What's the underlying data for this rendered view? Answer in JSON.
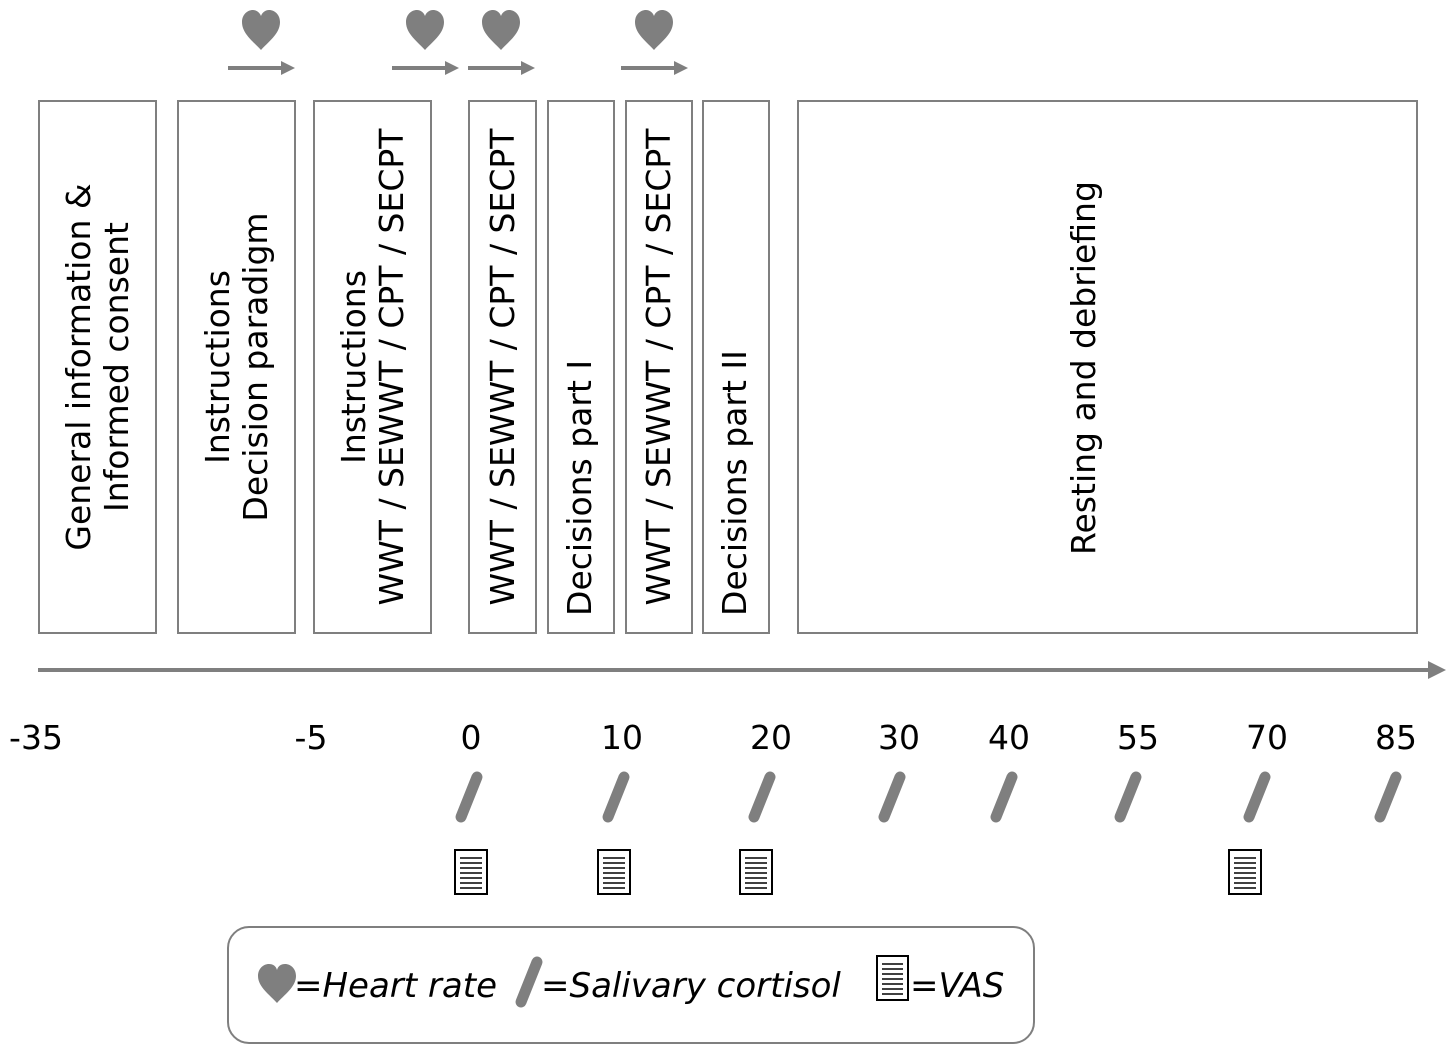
{
  "phases": [
    {
      "id": "consent",
      "lines": [
        "General information &",
        "Informed consent"
      ]
    },
    {
      "id": "instr-decision",
      "lines": [
        "Instructions",
        "Decision paradigm"
      ]
    },
    {
      "id": "instr-task",
      "lines": [
        "Instructions",
        "WWT / SEWWT / CPT / SECPT"
      ]
    },
    {
      "id": "task-1",
      "lines": [
        "WWT / SEWWT / CPT / SECPT"
      ]
    },
    {
      "id": "decisions-1",
      "lines": [
        "Decisions part I"
      ]
    },
    {
      "id": "task-2",
      "lines": [
        "WWT / SEWWT / CPT / SECPT"
      ]
    },
    {
      "id": "decisions-2",
      "lines": [
        "Decisions part II"
      ]
    },
    {
      "id": "resting",
      "lines": [
        "Resting and debriefing"
      ]
    }
  ],
  "ticks": [
    "-35",
    "-5",
    "0",
    "10",
    "20",
    "30",
    "40",
    "55",
    "70",
    "85"
  ],
  "heart_rate_count": 4,
  "cortisol_count": 8,
  "vas_count": 4,
  "legend": {
    "heart_rate": "=Heart rate",
    "cortisol": "=Salivary cortisol",
    "vas": "=VAS"
  },
  "colors": {
    "marker": "#7f7f7f",
    "border": "#7f7f7f",
    "axis": "#7f7f7f"
  },
  "icons": {
    "heart_rate": "heart-icon",
    "cortisol": "salivette-icon",
    "vas": "document-icon"
  }
}
